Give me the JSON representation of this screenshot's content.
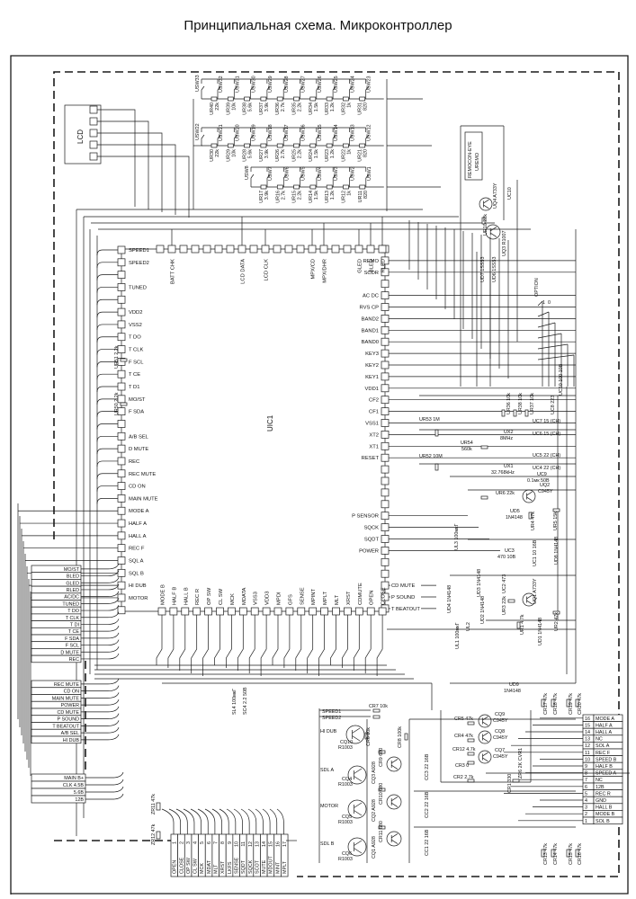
{
  "title": "Принципиальная схема. Микроконтроллер",
  "lcd": {
    "label": "LCD"
  },
  "ic": {
    "name": "UIC1",
    "left_pins": [
      "SPEED1",
      "SPEED2",
      "",
      "TUNED",
      "",
      "VDD2",
      "VSS2",
      "T DO",
      "T CLK",
      "F SCL",
      "T CE",
      "T D1",
      "MO/ST",
      "F SDA",
      "",
      "A/B SEL",
      "D MUTE",
      "REC",
      "REC MUTE",
      "CD ON",
      "MAIN MUTE",
      "MODE A",
      "HALF A",
      "HALL A",
      "REC F",
      "SQL A",
      "SQL B",
      "HI DUB",
      "MOTOR",
      ""
    ],
    "right_pins": [
      "",
      "REMO",
      "SCDR",
      "",
      "AC DC",
      "RVS CP",
      "BAND2",
      "BAND1",
      "BAND0",
      "KEY3",
      "KEY2",
      "KEY1",
      "VDD1",
      "CF2",
      "CF1",
      "VSS1",
      "XT2",
      "XT1",
      "RESET",
      "",
      "",
      "",
      "",
      "P SENSOR",
      "SQCK",
      "SQDT",
      "POWER",
      "",
      "",
      "CD MUTE",
      "P SOUND",
      "T BEATOUT"
    ],
    "top_pins": [
      "",
      "BATT CHK",
      "",
      "",
      "",
      "",
      "",
      "LCD DATA",
      "",
      "LCD CLK",
      "",
      "",
      "",
      "MPX/CD",
      "MPX/DHR",
      "",
      "",
      "GLED",
      "BLED",
      "RLED"
    ],
    "bottom_pins": [
      "MODE B",
      "HALF B",
      "HALL B",
      "REC R",
      "OP SW",
      "CL SW",
      "MCK",
      "MDATA",
      "VSS3",
      "VDD3",
      "MPDI",
      "GFS",
      "SENSE",
      "MPINT",
      "MPLT",
      "MLT",
      "XRST",
      "CDMUTE",
      "OPEN",
      "CLOSE"
    ]
  },
  "ladder": {
    "row1": {
      "first_switch": "USW33",
      "switches": [
        "USW32",
        "USW31",
        "USW30",
        "USW29",
        "USW28",
        "USW27",
        "USW26",
        "USW25",
        "USW24",
        "USW23"
      ],
      "resistors": [
        [
          "UR40",
          "22k"
        ],
        [
          "UR39",
          "10k"
        ],
        [
          "UR38",
          "5.6k"
        ],
        [
          "UR37",
          "3.9k"
        ],
        [
          "UR36",
          "2.7k"
        ],
        [
          "UR35",
          "2.2k"
        ],
        [
          "UR34",
          "1.5k"
        ],
        [
          "UR33",
          "1.2k"
        ],
        [
          "UR32",
          "1k"
        ],
        [
          "UR31",
          "820"
        ]
      ]
    },
    "row2": {
      "first_switch": "USW22",
      "switches": [
        "USW21",
        "USW20",
        "USW19",
        "USW18",
        "USW17",
        "USW16",
        "USW15",
        "USW14",
        "USW13",
        "USW12"
      ],
      "resistors": [
        [
          "UR30",
          "22k"
        ],
        [
          "UR29",
          "10k"
        ],
        [
          "UR28",
          "5.6k"
        ],
        [
          "UR27",
          "3.9k"
        ],
        [
          "UR26",
          "2.7k"
        ],
        [
          "UR25",
          "2.2k"
        ],
        [
          "UR24",
          "1.5k"
        ],
        [
          "UR23",
          "1.2k"
        ],
        [
          "UR22",
          "1k"
        ],
        [
          "UR21",
          "820"
        ]
      ]
    },
    "row3": {
      "first_switch": "USW8",
      "switches": [
        "USW7",
        "USW6",
        "USW5",
        "USW4",
        "USW3",
        "USW2",
        "USW1"
      ],
      "resistors": [
        [
          "UR17",
          "3.9k"
        ],
        [
          "UR16",
          "2.7k"
        ],
        [
          "UR15",
          "2.2k"
        ],
        [
          "UR14",
          "1.5k"
        ],
        [
          "UR13",
          "1.2k"
        ],
        [
          "UR12",
          "1k"
        ],
        [
          "UR11",
          "820"
        ]
      ]
    }
  },
  "connectors": {
    "left_a": [
      "MO/ST",
      "BLED",
      "GLED",
      "RLED",
      "AC/DC",
      "TUNED",
      "T DO",
      "T CLK",
      "T DI",
      "T CE",
      "F SDA",
      "F SCL",
      "D MUTE",
      "REC"
    ],
    "left_b": [
      "REC MUTE",
      "CD ON",
      "MAIN MUTE",
      "POWER",
      "CD MUTE",
      "P SOUND",
      "T BEATOUT",
      "A/B SEL",
      "HI DUB"
    ],
    "left_c": [
      "MAIN B+",
      "CLK 4.5B",
      "5.6B",
      "12B"
    ],
    "right": [
      [
        "16",
        "MODE A"
      ],
      [
        "15",
        "HALF A"
      ],
      [
        "14",
        "HALL A"
      ],
      [
        "13",
        "NC"
      ],
      [
        "12",
        "SOL A"
      ],
      [
        "11",
        "REC F"
      ],
      [
        "10",
        "SPEED B"
      ],
      [
        "9",
        "HALF B"
      ],
      [
        "8",
        "SPEED A"
      ],
      [
        "7",
        "NC"
      ],
      [
        "6",
        "12B"
      ],
      [
        "5",
        "REC R"
      ],
      [
        "4",
        "GND"
      ],
      [
        "3",
        "HALL B"
      ],
      [
        "2",
        "MODE B"
      ],
      [
        "1",
        "SOL B"
      ]
    ],
    "bottom": [
      [
        "1",
        "OPEN"
      ],
      [
        "2",
        "CLOSE"
      ],
      [
        "3",
        "OP SW"
      ],
      [
        "4",
        "CL SW"
      ],
      [
        "5",
        "MCK"
      ],
      [
        "6",
        "MDAT"
      ],
      [
        "7",
        "MLT"
      ],
      [
        "8",
        "XRST"
      ],
      [
        "9",
        "LKFS"
      ],
      [
        "10",
        "SENSE"
      ],
      [
        "11",
        "SQDT"
      ],
      [
        "12",
        "SQCK"
      ],
      [
        "13",
        "SCOT"
      ],
      [
        "14",
        "MUTE"
      ],
      [
        "15",
        "MDOUT"
      ],
      [
        "16",
        "MINT"
      ],
      [
        "17",
        "MPLT"
      ]
    ]
  },
  "components": {
    "remocon_name": "REMOCON-EYE",
    "remocon_ref": "UREMO",
    "uq4": "UQ4 A733Y",
    "uc10a": "UC10",
    "ur10": "UR10 22k",
    "uq3": "UQ3 R1007",
    "ud7": "UD7 1SS53",
    "ud6": "UD6 1SS53",
    "option": "OPTION",
    "opt1": "1",
    "opt0": "0",
    "uc10b": "UC10 100 10В",
    "ur36": "UR36 10k",
    "ur38": "UR38 10k",
    "ur37": "UR37 10k",
    "uc8": "UC8 223",
    "ur53": "UR53 1M",
    "ur52": "UR52 10M",
    "ur54a": "UR54",
    "ur54b": "560k",
    "ux2a": "UX2",
    "ux2b": "8MHz",
    "ux1a": "UX1",
    "ux1b": "32.768kHz",
    "uc7": "UC7 15 (CH)",
    "uc6": "UC6 15 (CH)",
    "uc5": "UC5 22 (CH)",
    "uc4": "UC4 22 (CH)",
    "uc9a": "UC9",
    "uc9b": "0.1мк 50В",
    "ur6": "UR6 22k",
    "uq2a": "UQ2",
    "uq2b": "C945Y",
    "ud5a": "UD5",
    "ud5b": "1N4148",
    "ur4": "UR4 47k",
    "ur5": "UR5 15k",
    "ul3": "UL3 100мкГ",
    "uc3a": "UC3",
    "uc3b": "470 10В",
    "uc1": "UC1 10 16В",
    "ud8": "UD8 1N4148",
    "uc2": "UC2 473",
    "ud3": "UD3 1N4148",
    "ud4": "UD4 1N4148",
    "uq1": "UQ1 A733Y",
    "ur3": "UR3 22k",
    "ud2": "UD2 1N4148",
    "ur2": "UR2 47k",
    "ur1": "UR1 4.7k",
    "ud1": "UD1 1N4148",
    "ul1": "UL1 100мкГ",
    "ul2": "UL2",
    "ud9a": "UD9",
    "ud9b": "1N4148",
    "ur51": "UR51 2.2k",
    "ur50": "UR50 2.2k",
    "sl4": "SL4 100мкГ",
    "sc4": "SC4 2.2 50В",
    "zr11": "ZR11 47k",
    "zr12": "ZR12 47k",
    "speed1": "SPEED1",
    "speed2": "SPEED2",
    "cr7": "CR7 10k",
    "hidub": "HI DUB",
    "cq10a": "CQ10",
    "cq10b": "R1003",
    "cr6": "CR6 10k",
    "cr8": "CR8 100k",
    "sdla": "SDL A",
    "cq4a": "CQ4",
    "cq4b": "R1003",
    "cr9": "CR9 680",
    "cq3": "CQ3 A928",
    "cc3": "CC3 22 16В",
    "motor": "MOTOR",
    "cq5a": "CQ5",
    "cq5b": "R1003",
    "cr10": "CR10 680",
    "cq2": "CQ2 A928",
    "cc2": "CC2 22 16В",
    "sdlb": "SDL B",
    "cq6a": "CQ6",
    "cq6b": "R1003",
    "cr11": "CR11 680",
    "cq1": "CQ1 A928",
    "cc1": "CC1 22 16В",
    "cr5": "CR5 47k",
    "cq9a": "CQ9",
    "cq9b": "C945Y",
    "cr4": "CR4 47k",
    "cq8a": "CQ8",
    "cq8b": "C945Y",
    "cr12": "CR12 4.7k",
    "cq7a": "CQ7",
    "cq7b": "C945Y",
    "cr3": "CR3 0",
    "cr2": "CR2 2.7k",
    "cvr1": "ZR6 2K CVR1",
    "cr1": "CR1 330",
    "cr17": "CR17 47k",
    "cr18": "CR18 47k",
    "cr19": "CR19 47k",
    "cr20": "CR20 47k",
    "cr13": "CR13 47k",
    "cr14": "CR14 47k",
    "cr15": "CR15 47k",
    "cr16": "CR16 47k"
  }
}
